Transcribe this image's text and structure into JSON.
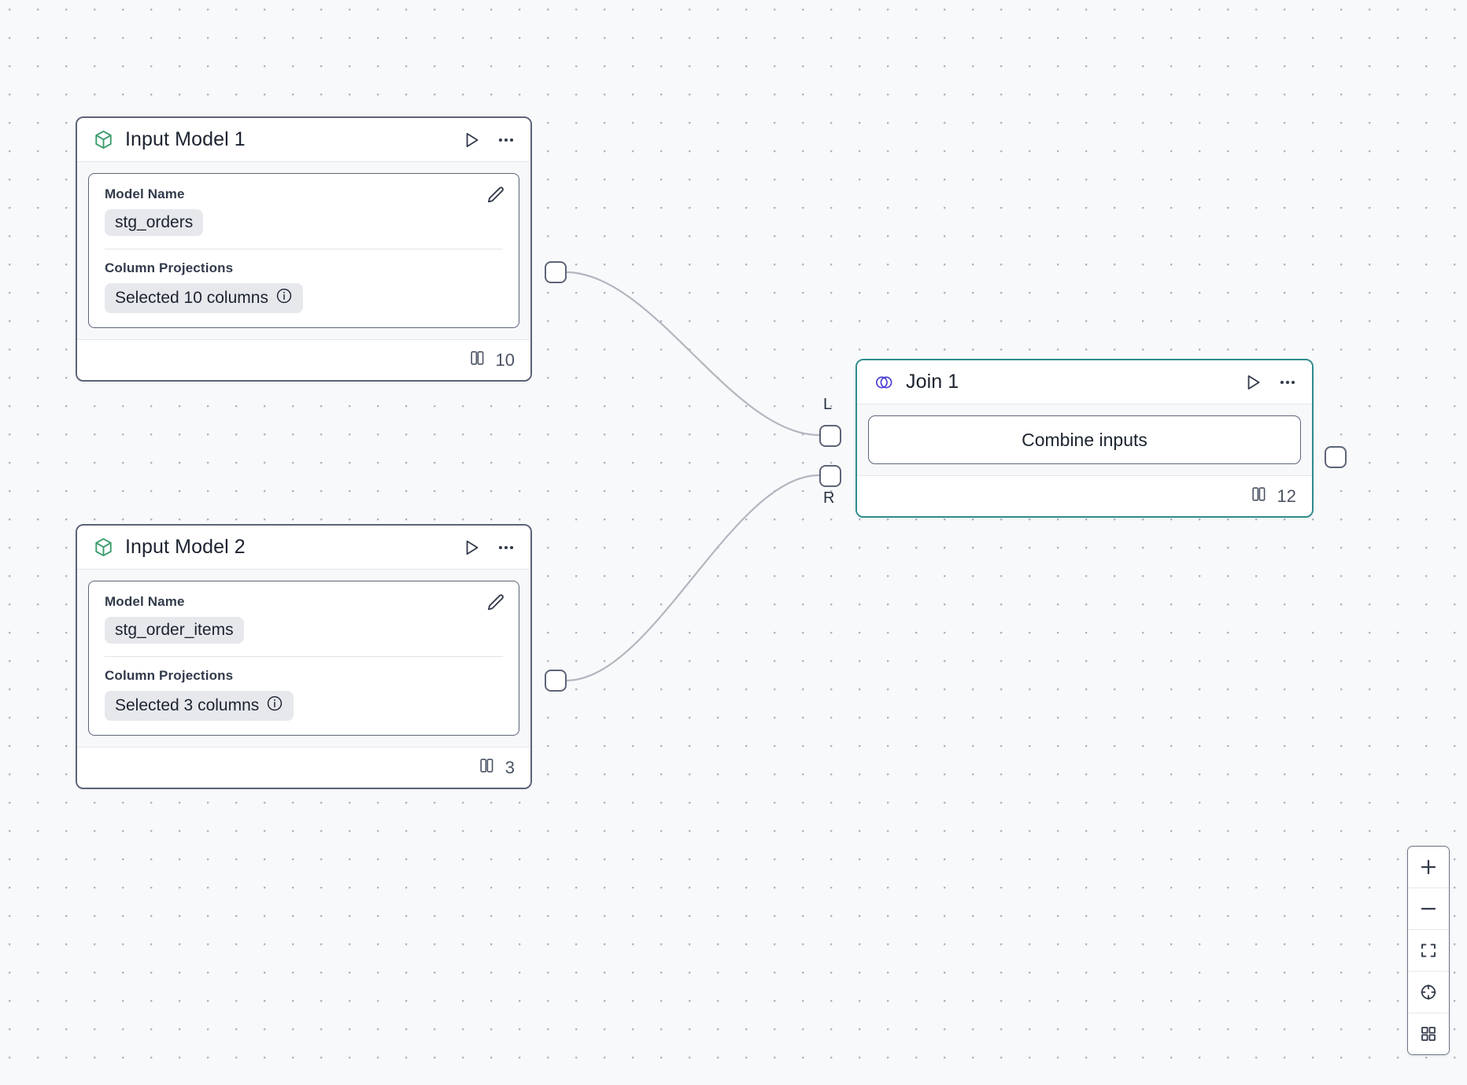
{
  "canvas": {
    "background_color": "#f7f9fb",
    "dot_color": "#aeb4c0",
    "edge_color": "#b2b7bf"
  },
  "nodes": [
    {
      "id": "input-model-1",
      "title": "Input Model 1",
      "icon": "cube-icon",
      "icon_color": "#3d9e6e",
      "fields": {
        "model_name_label": "Model Name",
        "model_name_value": "stg_orders",
        "column_projections_label": "Column Projections",
        "column_projections_value": "Selected 10 columns"
      },
      "footer_count": "10",
      "footer_icon": "columns-icon",
      "selected": false
    },
    {
      "id": "input-model-2",
      "title": "Input Model 2",
      "icon": "cube-icon",
      "icon_color": "#3d9e6e",
      "fields": {
        "model_name_label": "Model Name",
        "model_name_value": "stg_order_items",
        "column_projections_label": "Column Projections",
        "column_projections_value": "Selected 3 columns"
      },
      "footer_count": "3",
      "footer_icon": "columns-icon",
      "selected": false
    },
    {
      "id": "join-1",
      "title": "Join 1",
      "icon": "venn-join-icon",
      "icon_color": "#4b3fd1",
      "border_color": "#2f8d8b",
      "action_label": "Combine inputs",
      "footer_count": "12",
      "footer_icon": "columns-icon",
      "selected": true,
      "input_port_labels": {
        "left": "L",
        "right": "R"
      }
    }
  ],
  "controls": {
    "zoom_in_label": "+",
    "zoom_out_label": "−",
    "buttons": [
      {
        "name": "zoom-in-button",
        "icon": "plus-icon"
      },
      {
        "name": "zoom-out-button",
        "icon": "minus-icon"
      },
      {
        "name": "fit-view-button",
        "icon": "fit-screen-icon"
      },
      {
        "name": "center-view-button",
        "icon": "crosshair-icon"
      },
      {
        "name": "toggle-minimap-button",
        "icon": "grid-icon"
      }
    ]
  },
  "tooltips": {
    "info": "i"
  }
}
